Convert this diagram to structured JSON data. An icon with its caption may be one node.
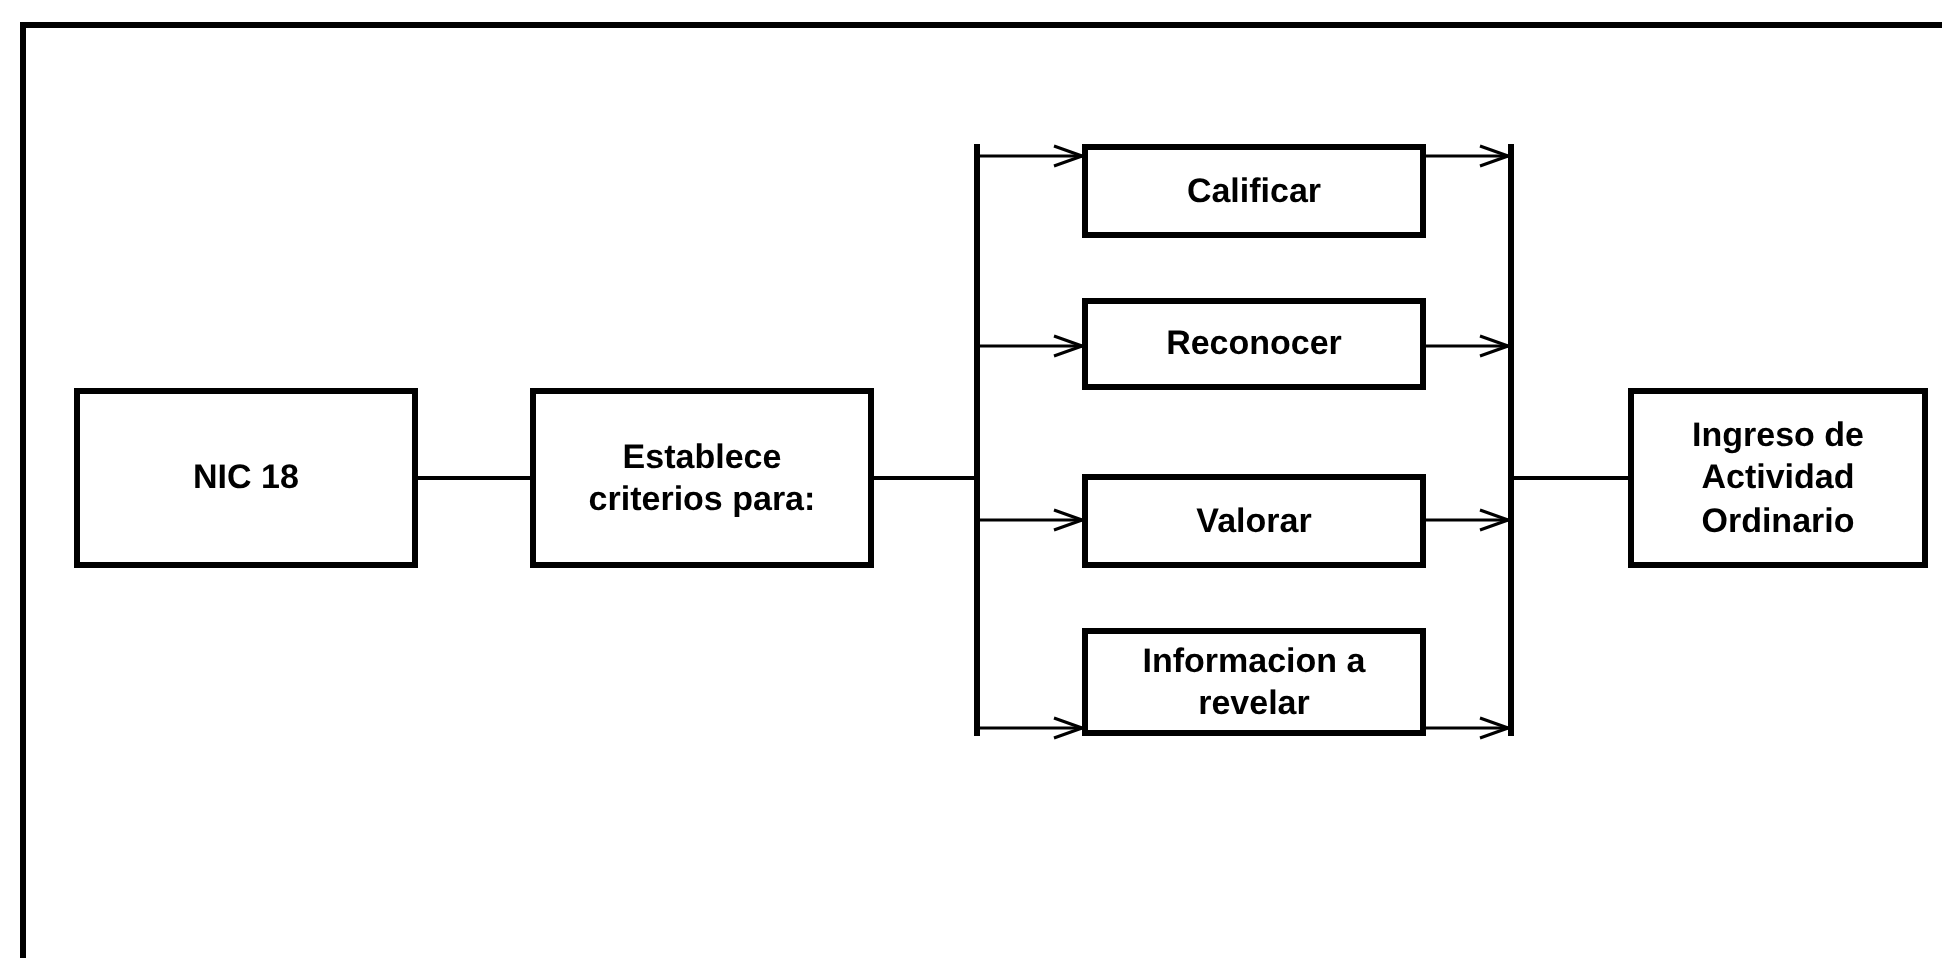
{
  "diagram": {
    "nodes": [
      {
        "text": [
          "NIC 18"
        ]
      },
      {
        "text": [
          "Establece criterios para:"
        ]
      },
      {
        "text": [],
        "shape": "bar"
      },
      {
        "text": [
          "Calificar"
        ]
      },
      {
        "text": [
          "Reconocer"
        ]
      },
      {
        "text": [
          "Valorar"
        ]
      },
      {
        "text": [
          "Informacion a revelar"
        ]
      },
      {
        "text": [],
        "shape": "bar"
      },
      {
        "text": [
          "Ingreso de Actividad Ordinario"
        ]
      }
    ],
    "edges": [
      {
        "from": 0,
        "to": 1,
        "arrow": "none"
      },
      {
        "from": 1,
        "to": 2,
        "arrow": "none"
      },
      {
        "from": 2,
        "to": 3,
        "arrow": "to"
      },
      {
        "from": 2,
        "to": 4,
        "arrow": "to"
      },
      {
        "from": 2,
        "to": 5,
        "arrow": "to"
      },
      {
        "from": 2,
        "to": 6,
        "arrow": "to"
      },
      {
        "from": 3,
        "to": 7,
        "arrow": "to"
      },
      {
        "from": 4,
        "to": 7,
        "arrow": "to"
      },
      {
        "from": 5,
        "to": 7,
        "arrow": "to"
      },
      {
        "from": 6,
        "to": 7,
        "arrow": "to"
      },
      {
        "from": 7,
        "to": 8,
        "arrow": "none"
      }
    ]
  }
}
